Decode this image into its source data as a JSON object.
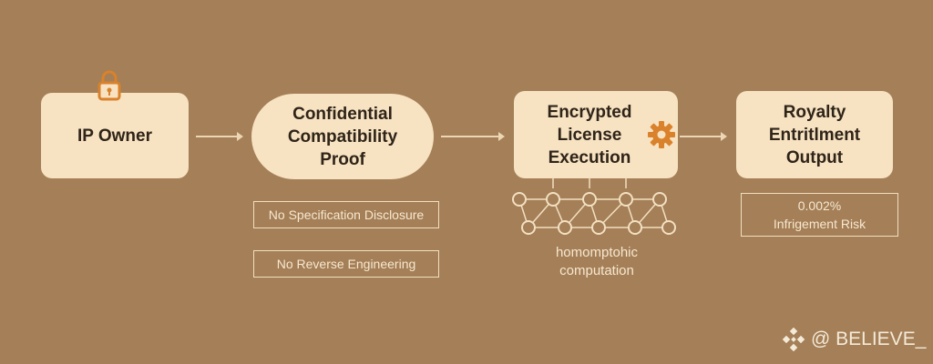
{
  "nodes": {
    "ip_owner": "IP Owner",
    "proof": "Confidential\nCompatibility\nProof",
    "execution": "Encrypted\nLicense\nExecution",
    "output": "Royalty\nEntritlment\nOutput"
  },
  "notes": {
    "no_spec": "No Specification Disclosure",
    "no_reverse": "No Reverse Engineering",
    "risk": "0.002%\nInfrigement Risk"
  },
  "caption": "homomptohic\ncomputation",
  "brand": "@ BELIEVE_",
  "colors": {
    "background": "#a47f57",
    "box": "#f7e2c2",
    "accent": "#d9822b"
  }
}
